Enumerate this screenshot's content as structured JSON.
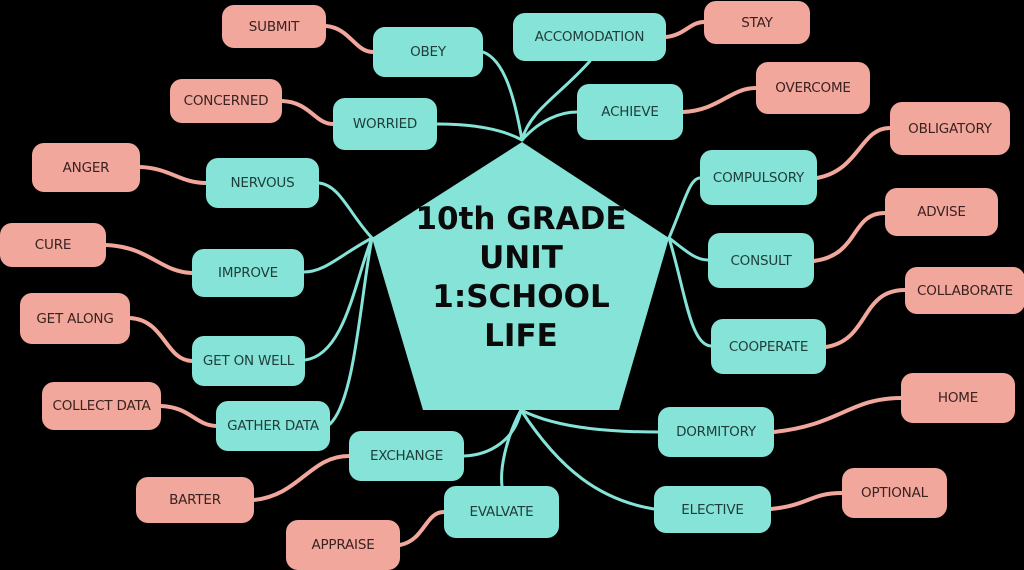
{
  "colors": {
    "background": "#000000",
    "main_node": "#86e3d7",
    "leaf_node": "#f2a79c",
    "main_link": "#86e3d7",
    "leaf_link": "#f2a79c"
  },
  "center": {
    "shape": "pentagon",
    "lines": [
      "10th GRADE",
      "UNIT",
      "1:SCHOOL",
      "LIFE"
    ]
  },
  "branches": [
    {
      "main": "OBEY",
      "leaf": "SUBMIT"
    },
    {
      "main": "WORRIED",
      "leaf": "CONCERNED"
    },
    {
      "main": "NERVOUS",
      "leaf": "ANGER"
    },
    {
      "main": "IMPROVE",
      "leaf": "CURE"
    },
    {
      "main": "GET ON WELL",
      "leaf": "GET ALONG"
    },
    {
      "main": "GATHER DATA",
      "leaf": "COLLECT DATA"
    },
    {
      "main": "EXCHANGE",
      "leaf": "BARTER"
    },
    {
      "main": "EVALVATE",
      "leaf": "APPRAISE"
    },
    {
      "main": "ACCOMODATION",
      "leaf": "STAY"
    },
    {
      "main": "ACHIEVE",
      "leaf": "OVERCOME"
    },
    {
      "main": "COMPULSORY",
      "leaf": "OBLIGATORY"
    },
    {
      "main": "CONSULT",
      "leaf": "ADVISE"
    },
    {
      "main": "COOPERATE",
      "leaf": "COLLABORATE"
    },
    {
      "main": "DORMITORY",
      "leaf": "HOME"
    },
    {
      "main": "ELECTIVE",
      "leaf": "OPTIONAL"
    }
  ]
}
